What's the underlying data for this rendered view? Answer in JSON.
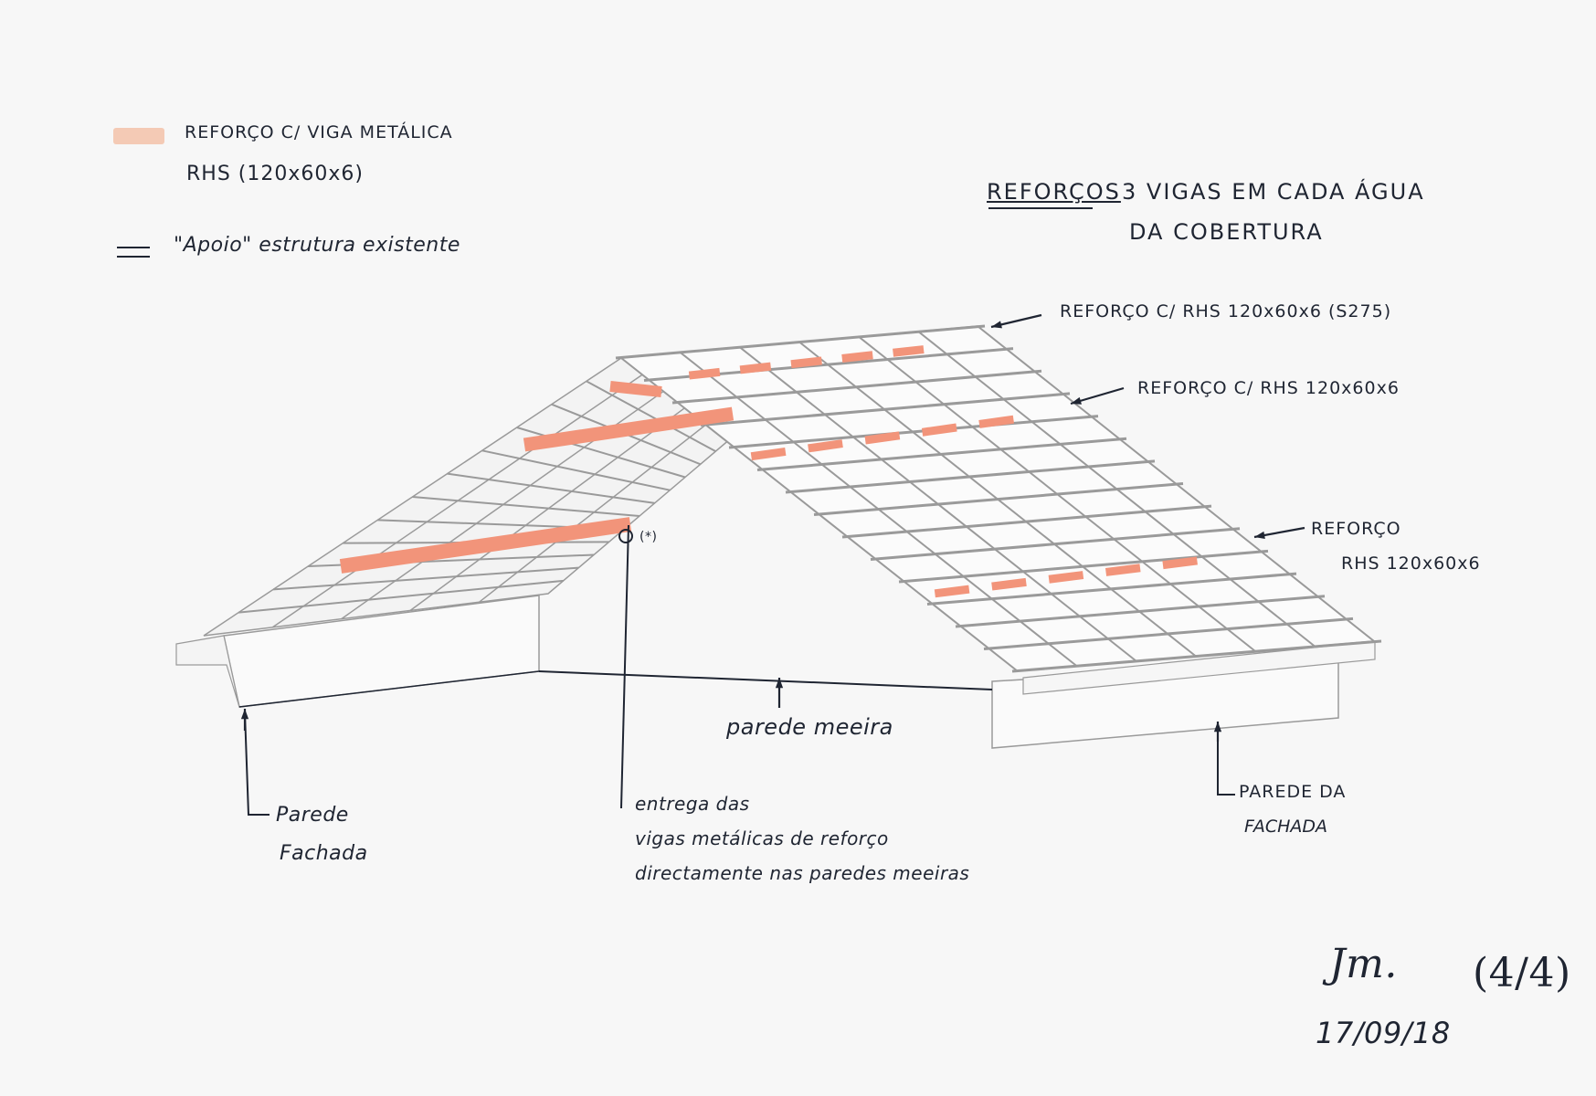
{
  "colors": {
    "beam": "#f2947a",
    "legend_swatch": "#f3c4ad",
    "ink": "#1f2532",
    "structure": "#9a9a9a"
  },
  "legend": {
    "beam_label_line1": "REFORÇO C/ VIGA METÁLICA",
    "beam_label_line2": "RHS (120x60x6)",
    "support_label": "\"Apoio\" estrutura existente"
  },
  "title": {
    "line1_underlined": "REFORÇOS",
    "line1_rest": "3 VIGAS EM CADA ÁGUA",
    "line2": "DA COBERTURA"
  },
  "callouts": {
    "beam_top": "REFORÇO C/ RHS 120x60x6 (S275)",
    "beam_mid": "REFORÇO C/ RHS 120x60x6",
    "beam_low_line1": "REFORÇO",
    "beam_low_line2": "RHS 120x60x6",
    "party_wall": "parede meeira",
    "facade_left_line1": "Parede",
    "facade_left_line2": "Fachada",
    "support_note_marker": "(*)",
    "support_note_line1": "entrega das",
    "support_note_line2": "vigas metálicas de reforço",
    "support_note_line3": "directamente nas paredes meeiras",
    "facade_right_line1": "PAREDE DA",
    "facade_right_line2": "FACHADA"
  },
  "footer": {
    "signature": "Jm.",
    "sheet": "(4/4)",
    "date": "17/09/18"
  }
}
